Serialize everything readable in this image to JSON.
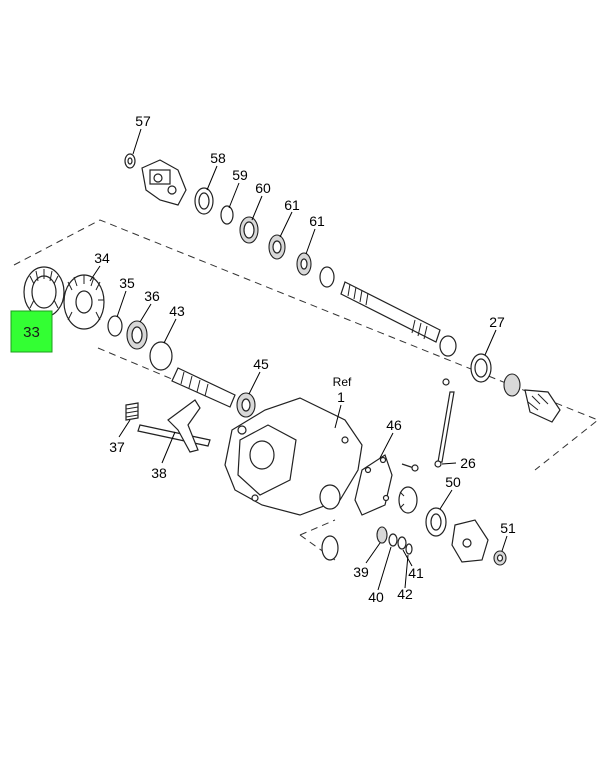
{
  "highlight": {
    "label": "33",
    "color": "#33ff33"
  },
  "callouts": {
    "p57": "57",
    "p58": "58",
    "p59": "59",
    "p60": "60",
    "p61a": "61",
    "p61b": "61",
    "p34": "34",
    "p35": "35",
    "p36": "36",
    "p43": "43",
    "p27": "27",
    "p45": "45",
    "p37": "37",
    "p38": "38",
    "ref": "Ref",
    "p1": "1",
    "p46": "46",
    "p26": "26",
    "p50": "50",
    "p51": "51",
    "p39": "39",
    "p40": "40",
    "p41": "41",
    "p42": "42"
  }
}
